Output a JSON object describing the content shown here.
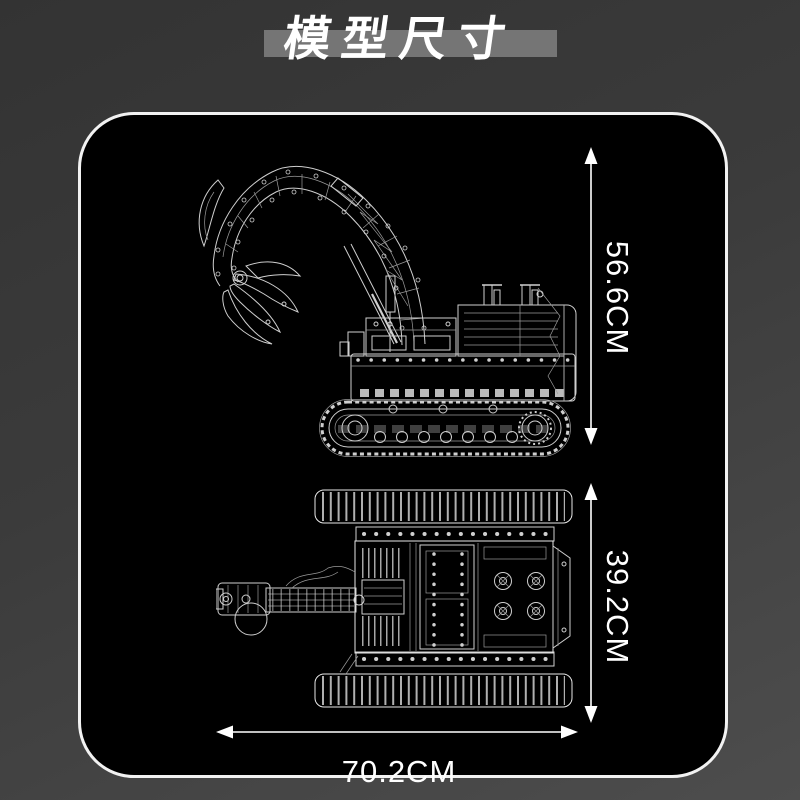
{
  "title": {
    "text": "模型尺寸"
  },
  "dimensions": {
    "model_height": "56.6CM",
    "model_width": "39.2CM",
    "model_length": "70.2CM"
  },
  "figures": {
    "side_view": "excavator-side-view-wireframe",
    "top_view": "excavator-top-view-wireframe"
  },
  "colors": {
    "background": "#3b3b3b",
    "panel_background": "#000000",
    "panel_border": "#f2f2f2",
    "title_band": "#757575",
    "title_text": "#ffffff",
    "blueprint_line": "#cfcfcf",
    "dimension_text": "#ffffff"
  }
}
